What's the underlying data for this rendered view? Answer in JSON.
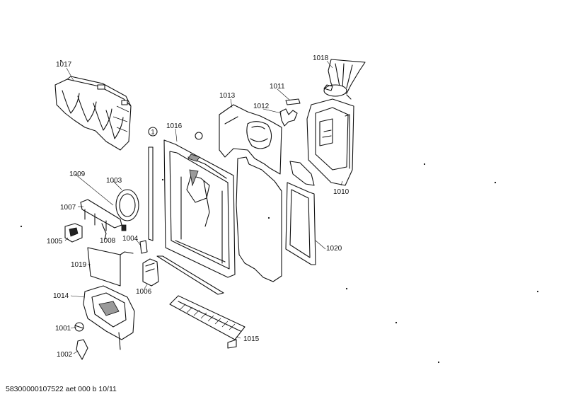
{
  "parts": [
    {
      "id": "p1017",
      "label": "1017"
    },
    {
      "id": "p1018",
      "label": "1018"
    },
    {
      "id": "p1013",
      "label": "1013"
    },
    {
      "id": "p1011",
      "label": "1011"
    },
    {
      "id": "p1012",
      "label": "1012"
    },
    {
      "id": "p1016",
      "label": "1016"
    },
    {
      "id": "p1009",
      "label": "1009"
    },
    {
      "id": "p1003",
      "label": "1003"
    },
    {
      "id": "p1007",
      "label": "1007"
    },
    {
      "id": "p1010",
      "label": "1010"
    },
    {
      "id": "p1005",
      "label": "1005"
    },
    {
      "id": "p1008",
      "label": "1008"
    },
    {
      "id": "p1004",
      "label": "1004"
    },
    {
      "id": "p1020",
      "label": "1020"
    },
    {
      "id": "p1019",
      "label": "1019"
    },
    {
      "id": "p1006",
      "label": "1006"
    },
    {
      "id": "p1014",
      "label": "1014"
    },
    {
      "id": "p1001",
      "label": "1001"
    },
    {
      "id": "p1015",
      "label": "1015"
    },
    {
      "id": "p1002",
      "label": "1002"
    }
  ],
  "reference_marker": "1",
  "footer": "58300000107522 aet 000 b 10/11"
}
